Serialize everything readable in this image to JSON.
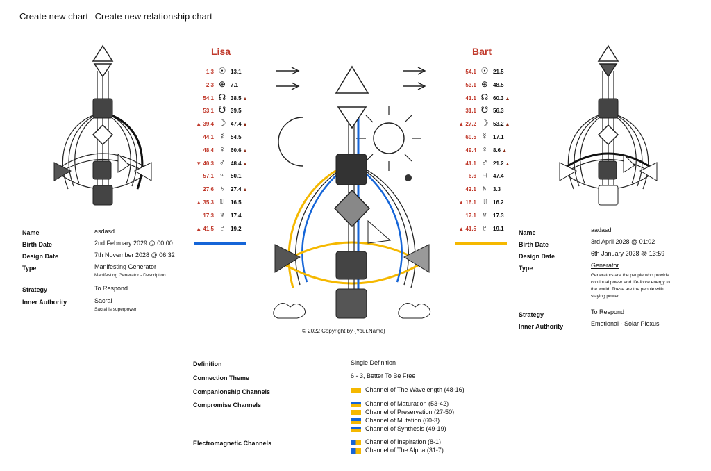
{
  "links": {
    "new_chart": "Create new chart",
    "new_relationship": "Create new relationship chart"
  },
  "person1": {
    "name": "Lisa",
    "bar_color": "#1565d8",
    "planets": [
      {
        "sym": "☉",
        "left": "1.3",
        "right": "13.1",
        "up": ""
      },
      {
        "sym": "⊕",
        "left": "2.3",
        "right": "7.1",
        "up": ""
      },
      {
        "sym": "☊",
        "left": "54.1",
        "right": "38.5",
        "up": "▲"
      },
      {
        "sym": "☋",
        "left": "53.1",
        "right": "39.5",
        "up": ""
      },
      {
        "sym": "☽",
        "left": "▲ 39.4",
        "right": "47.4",
        "up": "▲"
      },
      {
        "sym": "☿",
        "left": "44.1",
        "right": "54.5",
        "up": ""
      },
      {
        "sym": "♀",
        "left": "48.4",
        "right": "60.6",
        "up": "▲"
      },
      {
        "sym": "♂",
        "left": "▼ 40.3",
        "right": "48.4",
        "up": "▲"
      },
      {
        "sym": "♃",
        "left": "57.1",
        "right": "50.1",
        "up": ""
      },
      {
        "sym": "♄",
        "left": "27.6",
        "right": "27.4",
        "up": "▲"
      },
      {
        "sym": "♅",
        "left": "▲ 35.3",
        "right": "16.5",
        "up": ""
      },
      {
        "sym": "♆",
        "left": "17.3",
        "right": "17.4",
        "up": ""
      },
      {
        "sym": "♇",
        "left": "▲ 41.5",
        "right": "19.2",
        "up": ""
      }
    ],
    "info": {
      "name_label": "Name",
      "name": "asdasd",
      "birth_label": "Birth Date",
      "birth": "2nd February 2029 @ 00:00",
      "design_label": "Design Date",
      "design": "7th November 2028 @ 06:32",
      "type_label": "Type",
      "type": "Manifesting Generator",
      "type_desc": "Manifesting Generator - Description",
      "strategy_label": "Strategy",
      "strategy": "To Respond",
      "authority_label": "Inner Authority",
      "authority": "Sacral",
      "authority_desc": "Sacral is superpower"
    }
  },
  "person2": {
    "name": "Bart",
    "bar_color": "#f5b800",
    "planets": [
      {
        "sym": "☉",
        "left": "54.1",
        "right": "21.5",
        "up": ""
      },
      {
        "sym": "⊕",
        "left": "53.1",
        "right": "48.5",
        "up": ""
      },
      {
        "sym": "☊",
        "left": "41.1",
        "right": "60.3",
        "up": "▲"
      },
      {
        "sym": "☋",
        "left": "31.1",
        "right": "56.3",
        "up": ""
      },
      {
        "sym": "☽",
        "left": "▲ 27.2",
        "right": "53.2",
        "up": "▲"
      },
      {
        "sym": "☿",
        "left": "60.5",
        "right": "17.1",
        "up": ""
      },
      {
        "sym": "♀",
        "left": "49.4",
        "right": "8.6",
        "up": "▲"
      },
      {
        "sym": "♂",
        "left": "41.1",
        "right": "21.2",
        "up": "▲"
      },
      {
        "sym": "♃",
        "left": "6.6",
        "right": "47.4",
        "up": ""
      },
      {
        "sym": "♄",
        "left": "42.1",
        "right": "3.3",
        "up": ""
      },
      {
        "sym": "♅",
        "left": "▲ 16.1",
        "right": "16.2",
        "up": ""
      },
      {
        "sym": "♆",
        "left": "17.1",
        "right": "17.3",
        "up": ""
      },
      {
        "sym": "♇",
        "left": "▲ 41.5",
        "right": "19.1",
        "up": ""
      }
    ],
    "info": {
      "name_label": "Name",
      "name": "aadasd",
      "birth_label": "Birth Date",
      "birth": "3rd April 2028 @ 01:02",
      "design_label": "Design Date",
      "design": "6th January 2028 @ 13:59",
      "type_label": "Type",
      "type": "Generator",
      "type_desc": "Generators are the people who provide continual power and life-force energy to the world. These are the people with staying power.",
      "strategy_label": "Strategy",
      "strategy": "To Respond",
      "authority_label": "Inner Authority",
      "authority": "Emotional - Solar Plexus"
    }
  },
  "copyright": "© 2022 Copyright by {Your.Name}",
  "summary": {
    "definition_label": "Definition",
    "definition": "Single Definition",
    "theme_label": "Connection Theme",
    "theme": "6 - 3, Better To Be Free",
    "companion_label": "Companionship Channels",
    "companion": [
      {
        "name": "Channel of The Wavelength (48-16)",
        "flag": "yellow"
      }
    ],
    "compromise_label": "Compromise Channels",
    "compromise": [
      {
        "name": "Channel of Maturation (53-42)",
        "flag": "half"
      },
      {
        "name": "Channel of Preservation (27-50)",
        "flag": "yellow"
      },
      {
        "name": "Channel of Mutation (60-3)",
        "flag": "half"
      },
      {
        "name": "Channel of Synthesis (49-19)",
        "flag": "half"
      }
    ],
    "electro_label": "Electromagnetic Channels",
    "electro": [
      {
        "name": "Channel of Inspiration (8-1)",
        "flag": "mix"
      },
      {
        "name": "Channel of The Alpha (31-7)",
        "flag": "mix"
      }
    ]
  }
}
